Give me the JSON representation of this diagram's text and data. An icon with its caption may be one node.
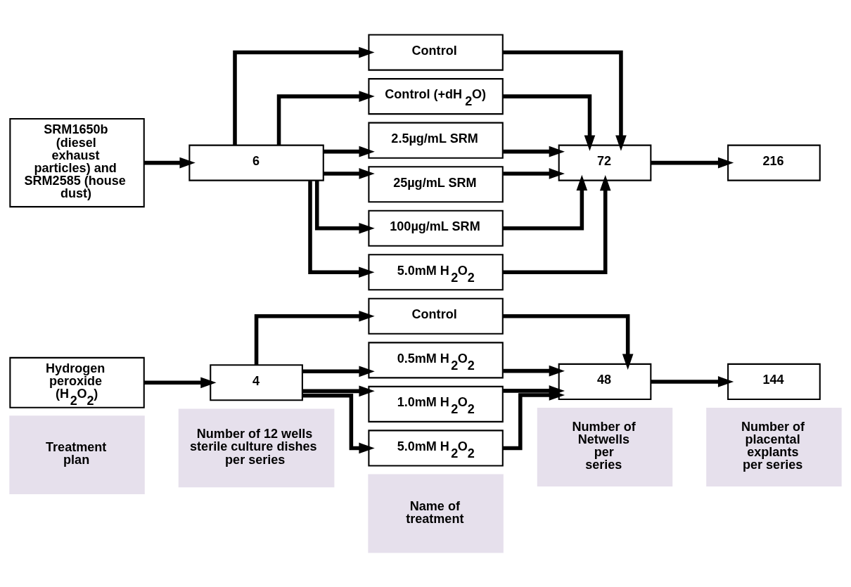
{
  "diagram": {
    "nodes": [
      {
        "text": [
          "Treatment plan"
        ]
      },
      {
        "text": [
          "Number of 12 wells sterile culture dishes per series"
        ]
      },
      {
        "text": [
          "Name of treatment"
        ]
      },
      {
        "text": [
          "Number of Netwells per series"
        ]
      },
      {
        "text": [
          "Number of placental explants per series"
        ]
      },
      {
        "text": [
          "Hydrogen peroxide (H$_{2}$O$_{2}$)"
        ]
      },
      {
        "text": [
          "4"
        ]
      },
      {
        "text": [
          "Control"
        ]
      },
      {
        "text": [
          "0.5mM H$_{2}$O$_{2}$"
        ]
      },
      {
        "text": [
          "1.0mM H$_{2}$O$_{2}$"
        ]
      },
      {
        "text": [
          "5.0mM H$_{2}$O$_{2}$"
        ]
      },
      {
        "text": [
          "48"
        ]
      },
      {
        "text": [
          "144"
        ]
      },
      {
        "text": [
          "SRM1650b (diesel exhaust particles) and SRM2585 (house dust)"
        ]
      },
      {
        "text": [
          "6"
        ]
      },
      {
        "text": [
          "Control"
        ]
      },
      {
        "text": [
          "Control (+dH$_{2}$O)"
        ]
      },
      {
        "text": [
          "2.5µg/mL SRM"
        ]
      },
      {
        "text": [
          "25µg/mL SRM"
        ]
      },
      {
        "text": [
          "100µg/mL SRM"
        ]
      },
      {
        "text": [
          "5.0mM H$_{2}$O$_{2}$"
        ]
      },
      {
        "text": [
          "72"
        ]
      },
      {
        "text": [
          "216"
        ]
      }
    ],
    "edges": [
      {
        "from": 5,
        "to": 6,
        "arrow": "to"
      },
      {
        "from": 6,
        "to": 7,
        "arrow": "to"
      },
      {
        "from": 6,
        "to": 8,
        "arrow": "to"
      },
      {
        "from": 6,
        "to": 9,
        "arrow": "to"
      },
      {
        "from": 6,
        "to": 10,
        "arrow": "to"
      },
      {
        "from": 7,
        "to": 11,
        "arrow": "to"
      },
      {
        "from": 8,
        "to": 11,
        "arrow": "to"
      },
      {
        "from": 9,
        "to": 11,
        "arrow": "to"
      },
      {
        "from": 10,
        "to": 11,
        "arrow": "to"
      },
      {
        "from": 11,
        "to": 12,
        "arrow": "to"
      },
      {
        "from": 13,
        "to": 14,
        "arrow": "to"
      },
      {
        "from": 14,
        "to": 15,
        "arrow": "to"
      },
      {
        "from": 14,
        "to": 16,
        "arrow": "to"
      },
      {
        "from": 14,
        "to": 17,
        "arrow": "to"
      },
      {
        "from": 14,
        "to": 18,
        "arrow": "to"
      },
      {
        "from": 14,
        "to": 19,
        "arrow": "to"
      },
      {
        "from": 14,
        "to": 20,
        "arrow": "to"
      },
      {
        "from": 15,
        "to": 21,
        "arrow": "to"
      },
      {
        "from": 16,
        "to": 21,
        "arrow": "to"
      },
      {
        "from": 17,
        "to": 21,
        "arrow": "to"
      },
      {
        "from": 18,
        "to": 21,
        "arrow": "to"
      },
      {
        "from": 19,
        "to": 21,
        "arrow": "to"
      },
      {
        "from": 20,
        "to": 21,
        "arrow": "to"
      },
      {
        "from": 21,
        "to": 22,
        "arrow": "to"
      }
    ]
  }
}
